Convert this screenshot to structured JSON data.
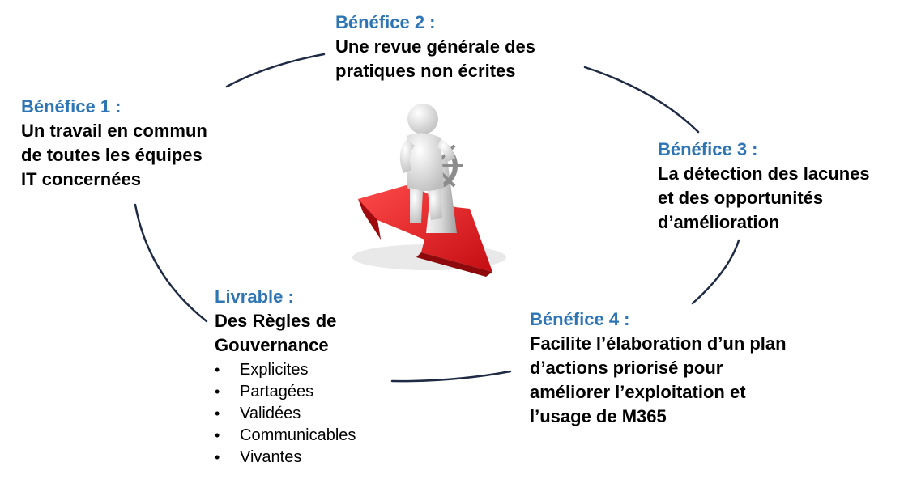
{
  "diagram": {
    "benefit1": {
      "heading": "Bénéfice 1 :",
      "lines": [
        "Un travail en commun",
        "de toutes les équipes",
        "IT concernées"
      ]
    },
    "benefit2": {
      "heading": "Bénéfice 2 :",
      "lines": [
        "Une revue générale des",
        "pratiques non écrites"
      ]
    },
    "benefit3": {
      "heading": "Bénéfice 3 :",
      "lines": [
        "La détection des lacunes",
        "et des opportunités",
        "d’amélioration"
      ]
    },
    "benefit4": {
      "heading": "Bénéfice 4 :",
      "lines": [
        "Facilite l’élaboration d’un plan",
        "d’actions priorisé pour",
        "améliorer l’exploitation et",
        "l’usage de M365"
      ]
    },
    "deliverable": {
      "heading": "Livrable :",
      "lines": [
        "Des Règles de",
        "Gouvernance"
      ],
      "bullets": [
        "Explicites",
        "Partagées",
        "Validées",
        "Communicables",
        "Vivantes"
      ]
    }
  },
  "colors": {
    "heading": "#2e75b6",
    "text": "#000000",
    "cycle_line": "#1f2a44",
    "arrow": "#e8141b"
  },
  "icons": {
    "center": "helmsman-on-arrow-icon"
  }
}
